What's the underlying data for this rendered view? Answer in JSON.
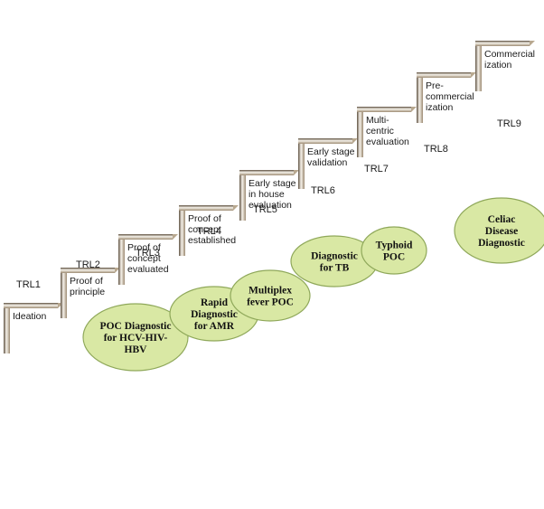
{
  "steps": [
    {
      "trl": "TRL1",
      "label": [
        "Ideation"
      ]
    },
    {
      "trl": "TRL2",
      "label": [
        "Proof of",
        "principle"
      ]
    },
    {
      "trl": "TRL3",
      "label": [
        "Proof of",
        "concept",
        "evaluated"
      ]
    },
    {
      "trl": "TRL4",
      "label": [
        "Proof of",
        "concept",
        "established"
      ]
    },
    {
      "trl": "TRL5",
      "label": [
        "Early stage",
        "in house",
        "evaluation"
      ]
    },
    {
      "trl": "TRL6",
      "label": [
        "Early stage",
        "validation"
      ]
    },
    {
      "trl": "TRL7",
      "label": [
        "Multi-",
        "centric",
        "evaluation"
      ]
    },
    {
      "trl": "TRL8",
      "label": [
        "Pre-",
        "commercial",
        "ization"
      ]
    },
    {
      "trl": "TRL9",
      "label": [
        "Commercial",
        "ization"
      ]
    }
  ],
  "products": [
    {
      "lines": [
        "POC Diagnostic",
        "for HCV-HIV-",
        "HBV"
      ]
    },
    {
      "lines": [
        "Rapid",
        "Diagnostic",
        "for AMR"
      ]
    },
    {
      "lines": [
        "Multiplex",
        "fever POC"
      ]
    },
    {
      "lines": [
        "Diagnostic",
        "for TB"
      ]
    },
    {
      "lines": [
        "Typhoid",
        "POC"
      ]
    },
    {
      "lines": [
        "Celiac",
        "Disease",
        "Diagnostic"
      ]
    }
  ],
  "colors": {
    "ellipse_fill": "#d9e8a4",
    "ellipse_stroke": "#8fa85a",
    "step_dark": "#7a6a55",
    "step_light": "#f1ece3"
  }
}
